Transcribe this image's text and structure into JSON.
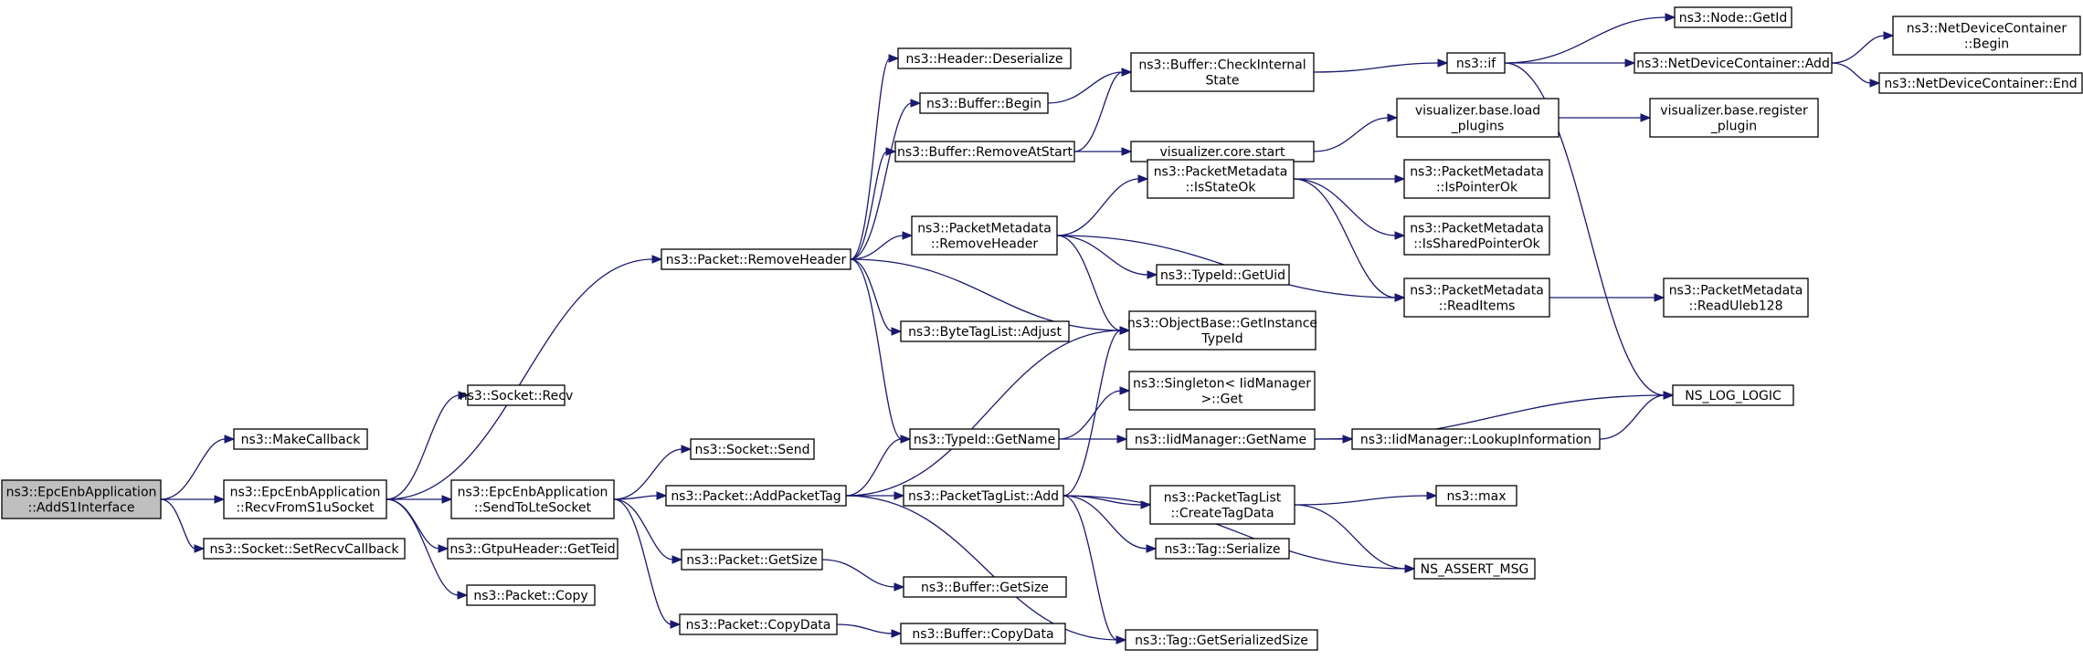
{
  "graph": {
    "colors": {
      "edge": "#191970",
      "root_fill": "#bfbfbf",
      "node_fill": "#ffffff",
      "border": "#000000"
    },
    "nodes": [
      {
        "id": "n0",
        "label": [
          "ns3::EpcEnbApplication",
          "::AddS1Interface"
        ],
        "root": true
      },
      {
        "id": "n1",
        "label": [
          "ns3::MakeCallback"
        ]
      },
      {
        "id": "n2",
        "label": [
          "ns3::EpcEnbApplication",
          "::RecvFromS1uSocket"
        ]
      },
      {
        "id": "n3",
        "label": [
          "ns3::Socket::SetRecvCallback"
        ]
      },
      {
        "id": "n4",
        "label": [
          "ns3::Socket::Recv"
        ]
      },
      {
        "id": "n5",
        "label": [
          "ns3::Packet::RemoveHeader"
        ]
      },
      {
        "id": "n6",
        "label": [
          "ns3::EpcEnbApplication",
          "::SendToLteSocket"
        ]
      },
      {
        "id": "n7",
        "label": [
          "ns3::GtpuHeader::GetTeid"
        ]
      },
      {
        "id": "n8",
        "label": [
          "ns3::Packet::Copy"
        ]
      },
      {
        "id": "n9",
        "label": [
          "ns3::Header::Deserialize"
        ]
      },
      {
        "id": "n10",
        "label": [
          "ns3::Buffer::Begin"
        ]
      },
      {
        "id": "n11",
        "label": [
          "ns3::Buffer::RemoveAtStart"
        ]
      },
      {
        "id": "n12",
        "label": [
          "ns3::PacketMetadata",
          "::RemoveHeader"
        ]
      },
      {
        "id": "n13",
        "label": [
          "ns3::ObjectBase::GetInstance",
          "TypeId"
        ]
      },
      {
        "id": "n14",
        "label": [
          "ns3::ByteTagList::Adjust"
        ]
      },
      {
        "id": "n15",
        "label": [
          "ns3::TypeId::GetName"
        ]
      },
      {
        "id": "n16",
        "label": [
          "ns3::Socket::Send"
        ]
      },
      {
        "id": "n17",
        "label": [
          "ns3::Packet::AddPacketTag"
        ]
      },
      {
        "id": "n18",
        "label": [
          "ns3::Packet::GetSize"
        ]
      },
      {
        "id": "n19",
        "label": [
          "ns3::Packet::CopyData"
        ]
      },
      {
        "id": "n20",
        "label": [
          "ns3::PacketTagList::Add"
        ]
      },
      {
        "id": "n21",
        "label": [
          "ns3::Tag::GetSerializedSize"
        ]
      },
      {
        "id": "n22",
        "label": [
          "ns3::Buffer::GetSize"
        ]
      },
      {
        "id": "n23",
        "label": [
          "ns3::Buffer::CopyData"
        ]
      },
      {
        "id": "n24",
        "label": [
          "ns3::Buffer::CheckInternal",
          "State"
        ]
      },
      {
        "id": "n25",
        "label": [
          "visualizer.core.start"
        ]
      },
      {
        "id": "n26",
        "label": [
          "ns3::PacketMetadata",
          "::IsStateOk"
        ]
      },
      {
        "id": "n27",
        "label": [
          "ns3::PacketMetadata",
          "::ReadItems"
        ]
      },
      {
        "id": "n28",
        "label": [
          "ns3::TypeId::GetUid"
        ]
      },
      {
        "id": "n29",
        "label": [
          "ns3::Singleton< IidManager",
          " >::Get"
        ]
      },
      {
        "id": "n30",
        "label": [
          "ns3::IidManager::GetName"
        ]
      },
      {
        "id": "n31",
        "label": [
          "ns3::PacketTagList",
          "::CreateTagData"
        ]
      },
      {
        "id": "n32",
        "label": [
          "ns3::Tag::Serialize"
        ]
      },
      {
        "id": "n33",
        "label": [
          "NS_ASSERT_MSG"
        ]
      },
      {
        "id": "n34",
        "label": [
          "ns3::if"
        ]
      },
      {
        "id": "n35",
        "label": [
          "NS_LOG_LOGIC"
        ]
      },
      {
        "id": "n36",
        "label": [
          "visualizer.base.load",
          "_plugins"
        ]
      },
      {
        "id": "n37",
        "label": [
          "ns3::PacketMetadata",
          "::IsPointerOk"
        ]
      },
      {
        "id": "n38",
        "label": [
          "ns3::PacketMetadata",
          "::IsSharedPointerOk"
        ]
      },
      {
        "id": "n39",
        "label": [
          "ns3::PacketMetadata",
          "::ReadUleb128"
        ]
      },
      {
        "id": "n40",
        "label": [
          "ns3::IidManager::LookupInformation"
        ]
      },
      {
        "id": "n41",
        "label": [
          "ns3::max"
        ]
      },
      {
        "id": "n42",
        "label": [
          "ns3::Node::GetId"
        ]
      },
      {
        "id": "n43",
        "label": [
          "ns3::NetDeviceContainer::Add"
        ]
      },
      {
        "id": "n44",
        "label": [
          "visualizer.base.register",
          "_plugin"
        ]
      },
      {
        "id": "n45",
        "label": [
          "ns3::NetDeviceContainer",
          "::Begin"
        ]
      },
      {
        "id": "n46",
        "label": [
          "ns3::NetDeviceContainer::End"
        ]
      }
    ],
    "edges": [
      [
        "n0",
        "n1"
      ],
      [
        "n0",
        "n2"
      ],
      [
        "n0",
        "n3"
      ],
      [
        "n2",
        "n4"
      ],
      [
        "n2",
        "n5"
      ],
      [
        "n2",
        "n6"
      ],
      [
        "n2",
        "n7"
      ],
      [
        "n2",
        "n8"
      ],
      [
        "n5",
        "n9"
      ],
      [
        "n5",
        "n10"
      ],
      [
        "n5",
        "n11"
      ],
      [
        "n5",
        "n12"
      ],
      [
        "n5",
        "n13"
      ],
      [
        "n5",
        "n14"
      ],
      [
        "n5",
        "n15"
      ],
      [
        "n6",
        "n16"
      ],
      [
        "n6",
        "n17"
      ],
      [
        "n6",
        "n18"
      ],
      [
        "n6",
        "n19"
      ],
      [
        "n17",
        "n13"
      ],
      [
        "n17",
        "n15"
      ],
      [
        "n17",
        "n20"
      ],
      [
        "n17",
        "n21"
      ],
      [
        "n18",
        "n22"
      ],
      [
        "n19",
        "n23"
      ],
      [
        "n10",
        "n24"
      ],
      [
        "n11",
        "n24"
      ],
      [
        "n11",
        "n25"
      ],
      [
        "n12",
        "n26"
      ],
      [
        "n12",
        "n27"
      ],
      [
        "n12",
        "n28"
      ],
      [
        "n12",
        "n13"
      ],
      [
        "n15",
        "n29"
      ],
      [
        "n15",
        "n30"
      ],
      [
        "n20",
        "n13"
      ],
      [
        "n20",
        "n31"
      ],
      [
        "n20",
        "n32"
      ],
      [
        "n20",
        "n33"
      ],
      [
        "n20",
        "n21"
      ],
      [
        "n24",
        "n34"
      ],
      [
        "n34",
        "n42"
      ],
      [
        "n34",
        "n43"
      ],
      [
        "n34",
        "n35"
      ],
      [
        "n43",
        "n45"
      ],
      [
        "n43",
        "n46"
      ],
      [
        "n25",
        "n36"
      ],
      [
        "n36",
        "n44"
      ],
      [
        "n26",
        "n37"
      ],
      [
        "n26",
        "n38"
      ],
      [
        "n26",
        "n27"
      ],
      [
        "n27",
        "n39"
      ],
      [
        "n30",
        "n35"
      ],
      [
        "n30",
        "n40"
      ],
      [
        "n40",
        "n35"
      ],
      [
        "n31",
        "n41"
      ],
      [
        "n31",
        "n33"
      ]
    ]
  }
}
